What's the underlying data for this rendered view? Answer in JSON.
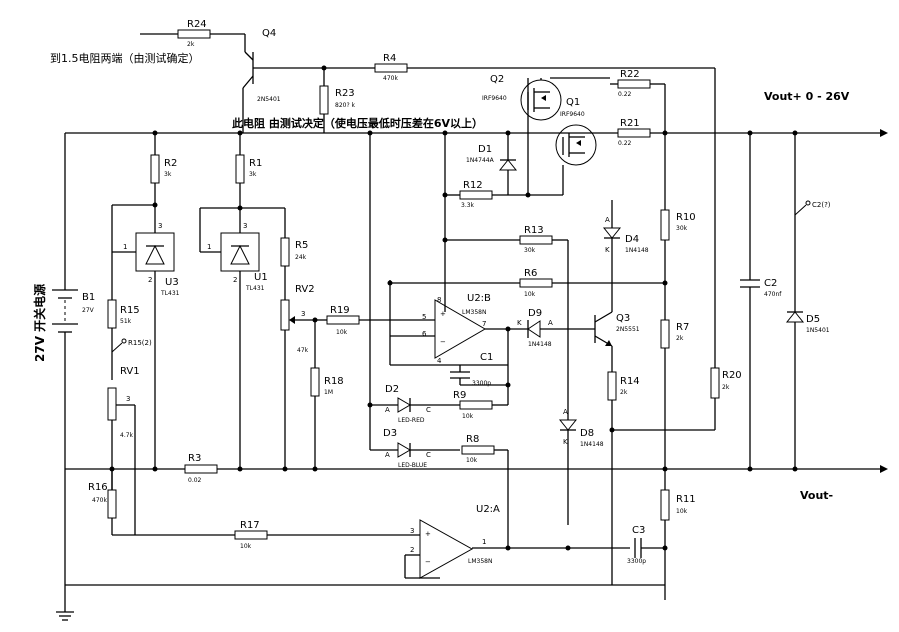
{
  "notes": {
    "q4_note": "到1.5电阻两端（由测试确定）",
    "r23_note": "此电阻 由测试决定（使电压最低时压差在6V以上）",
    "vout_plus": "Vout+  0 - 26V",
    "vout_minus": "Vout-",
    "supply_label": "27V 开关电源"
  },
  "components": {
    "r24": {
      "ref": "R24",
      "val": "2k"
    },
    "q4": {
      "ref": "Q4",
      "val": "2N5401"
    },
    "r4": {
      "ref": "R4",
      "val": "470k"
    },
    "r23": {
      "ref": "R23",
      "val": "820? k"
    },
    "q2": {
      "ref": "Q2",
      "val": "IRF9640"
    },
    "q1": {
      "ref": "Q1",
      "val": "IRF9640"
    },
    "r22": {
      "ref": "R22",
      "val": "0.22"
    },
    "r21": {
      "ref": "R21",
      "val": "0.22"
    },
    "d1": {
      "ref": "D1",
      "val": "1N4744A"
    },
    "r12": {
      "ref": "R12",
      "val": "3.3k"
    },
    "r2": {
      "ref": "R2",
      "val": "3k"
    },
    "r1": {
      "ref": "R1",
      "val": "3k"
    },
    "r13": {
      "ref": "R13",
      "val": "30k"
    },
    "d4": {
      "ref": "D4",
      "val": "1N4148"
    },
    "r10": {
      "ref": "R10",
      "val": "30k"
    },
    "c2f": {
      "ref": "C2(?)"
    },
    "u3": {
      "ref": "U3",
      "val": "TL431"
    },
    "u1": {
      "ref": "U1",
      "val": "TL431"
    },
    "r5": {
      "ref": "R5",
      "val": "24k"
    },
    "u2b": {
      "ref": "U2:B",
      "val": "LM358N"
    },
    "r6": {
      "ref": "R6",
      "val": "10k"
    },
    "c2": {
      "ref": "C2",
      "val": "470nf"
    },
    "d5": {
      "ref": "D5",
      "val": "1N5401"
    },
    "b1": {
      "ref": "B1",
      "val": "27V"
    },
    "r15": {
      "ref": "R15",
      "val": "51k"
    },
    "rv2": {
      "ref": "RV2",
      "val": "47k"
    },
    "r19": {
      "ref": "R19",
      "val": "10k"
    },
    "d9": {
      "ref": "D9",
      "val": "1N4148"
    },
    "q3": {
      "ref": "Q3",
      "val": "2N5551"
    },
    "r7": {
      "ref": "R7",
      "val": "2k"
    },
    "r15b": {
      "ref": "R15(2)"
    },
    "rv1": {
      "ref": "RV1",
      "val": "4.7k"
    },
    "r18": {
      "ref": "R18",
      "val": "1M"
    },
    "c1": {
      "ref": "C1",
      "val": "3300p"
    },
    "r14": {
      "ref": "R14",
      "val": "2k"
    },
    "r20": {
      "ref": "R20",
      "val": "2k"
    },
    "d2": {
      "ref": "D2",
      "val": "LED-RED"
    },
    "r9": {
      "ref": "R9",
      "val": "10k"
    },
    "d3": {
      "ref": "D3",
      "val": "LED-BLUE"
    },
    "r8": {
      "ref": "R8",
      "val": "10k"
    },
    "d8": {
      "ref": "D8",
      "val": "1N4148"
    },
    "r3": {
      "ref": "R3",
      "val": "0.02"
    },
    "r16": {
      "ref": "R16",
      "val": "470k"
    },
    "u2a": {
      "ref": "U2:A",
      "val": "LM358N"
    },
    "r11": {
      "ref": "R11",
      "val": "10k"
    },
    "r17": {
      "ref": "R17",
      "val": "10k"
    },
    "c3": {
      "ref": "C3",
      "val": "3300p"
    }
  },
  "pins": {
    "p1": "1",
    "p2": "2",
    "p3": "3",
    "p5": "5",
    "p6": "6",
    "p7": "7",
    "p8": "8",
    "p4": "4",
    "k": "K",
    "a": "A",
    "c": "C"
  }
}
